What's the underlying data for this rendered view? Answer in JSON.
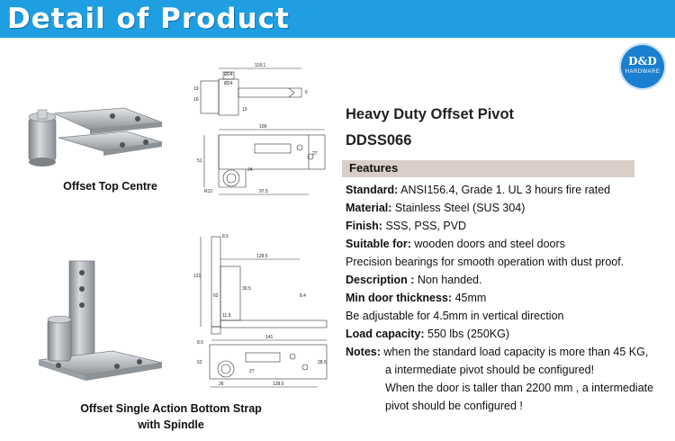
{
  "banner": {
    "title": "Detail of Product"
  },
  "logo": {
    "name": "D&D",
    "sub": "HARDWARE"
  },
  "images": {
    "top_caption": "Offset Top Centre",
    "bottom_caption_line1": "Offset Single Action Bottom Strap",
    "bottom_caption_line2": "with Spindle"
  },
  "drawing_top": {
    "dims": {
      "d1": "118.1",
      "d2": "Ø24",
      "d3": "Ø24",
      "d4": "19",
      "d5": "16",
      "d6": "13",
      "d7": "6",
      "d8": "109",
      "d9": "51",
      "d10": "27",
      "d11": "24",
      "d12": "R12",
      "d13": "97.5"
    }
  },
  "drawing_bottom": {
    "dims": {
      "d1": "8.5",
      "d2": "128.5",
      "d3": "121",
      "d4": "62",
      "d5": "30.5",
      "d6": "8.4",
      "d7": "11.5",
      "d8": "141",
      "d9": "8.5",
      "d10": "62",
      "d11": "28.5",
      "d12": "27",
      "d13": "26",
      "d14": "128.5"
    }
  },
  "product": {
    "name": "Heavy Duty Offset Pivot",
    "code": "DDSS066",
    "features_label": "Features",
    "standard_label": "Standard:",
    "standard_value": "ANSI156.4, Grade 1. UL 3 hours fire rated",
    "material_label": "Material:",
    "material_value": "Stainless Steel (SUS 304)",
    "finish_label": "Finish:",
    "finish_value": "SSS, PSS, PVD",
    "suitable_label": "Suitable for:",
    "suitable_value": "wooden doors and steel doors",
    "precision_text": "Precision bearings for smooth operation with dust proof.",
    "description_label": "Description :",
    "description_value": "Non handed.",
    "thickness_label": "Min door thickness:",
    "thickness_value": "45mm",
    "adjustable_text": "Be adjustable for 4.5mm in vertical direction",
    "load_label": "Load capacity:",
    "load_value": "550 lbs (250KG)",
    "notes_label": "Notes:",
    "notes_line1": "when the standard load capacity is more than 45 KG,",
    "notes_line2": "a intermediate pivot should be configured!",
    "notes_line3": "When the door is taller than 2200 mm , a intermediate",
    "notes_line4": "pivot should be configured !"
  },
  "colors": {
    "banner": "#1f9fe2",
    "features_bar": "#d9cfc8",
    "logo": "#1a7fd0"
  }
}
